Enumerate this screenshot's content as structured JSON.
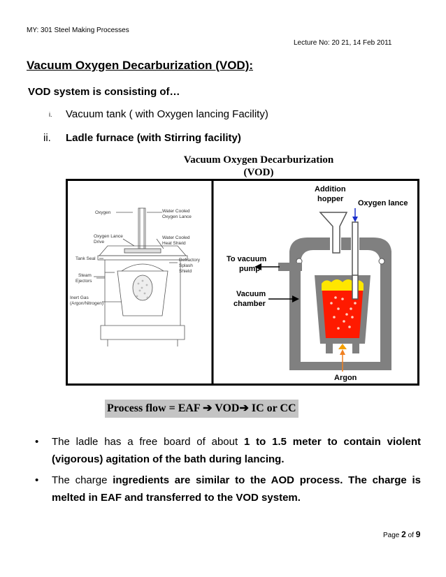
{
  "header": {
    "course": "MY: 301 Steel Making Processes",
    "lecture": "Lecture No: 20 21, 14 Feb 2011"
  },
  "title": "Vacuum Oxygen Decarburization (VOD):",
  "subtitle": "VOD system is consisting of…",
  "list": [
    {
      "num": "i.",
      "text": "Vacuum tank ( with Oxygen lancing Facility)"
    },
    {
      "num": "ii.",
      "text": "Ladle furnace (with Stirring facility)"
    }
  ],
  "figure": {
    "title_line1": "Vacuum Oxygen Decarburization",
    "title_line2": "(VOD)",
    "left_labels": {
      "oxygen": "Oxygen",
      "water_cooled_lance_1": "Water Cooled",
      "water_cooled_lance_2": "Oxygen Lance",
      "lance_drive_1": "Oxygen Lance",
      "lance_drive_2": "Drive",
      "heat_shield_1": "Water Cooled",
      "heat_shield_2": "Heat Shield",
      "tank_seal": "Tank Seal",
      "refractory_1": "Refractory",
      "refractory_2": "Splash",
      "refractory_3": "Shield",
      "steam_1": "Steam",
      "steam_2": "Ejectors",
      "inert_1": "Inert Gas",
      "inert_2": "(Argon/Nitrogen)"
    },
    "right_labels": {
      "addition_1": "Addition",
      "addition_2": "hopper",
      "oxygen_lance": "Oxygen lance",
      "to_vacuum_1": "To vacuum",
      "to_vacuum_2": "pump",
      "vacuum_1": "Vacuum",
      "vacuum_2": "chamber",
      "argon": "Argon"
    }
  },
  "process_flow": {
    "label": "Process flow",
    "eq": "=",
    "eaf": "EAF",
    "arrow": "➔",
    "vod": "VOD",
    "end": "IC or CC"
  },
  "bullets": [
    {
      "mark": "•",
      "p1": "The ladle has a free board of about ",
      "p2": "1 to 1.5 meter to contain violent (vigorous) agitation of the bath during lancing."
    },
    {
      "mark": "•",
      "p1": "The charge ",
      "p2": "ingredients are similar to the AOD process. The charge is melted in EAF and transferred to the VOD system."
    }
  ],
  "footer": {
    "page_word": "Page",
    "page": "2",
    "of": "of",
    "total": "9"
  },
  "colors": {
    "melt": "#ff1a00",
    "slag": "#ffe600",
    "vessel": "#808080",
    "arrow_blue": "#1a2fcc",
    "arrow_orange": "#f08020",
    "flow_bg": "#c4c4c4"
  }
}
